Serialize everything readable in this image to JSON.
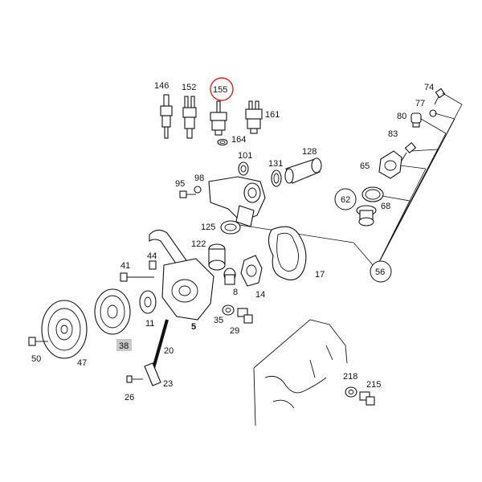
{
  "diagram": {
    "labels": {
      "p146": "146",
      "p152": "152",
      "p155": "155",
      "p161": "161",
      "p164": "164",
      "p74": "74",
      "p77": "77",
      "p80": "80",
      "p83": "83",
      "p101": "101",
      "p131": "131",
      "p128": "128",
      "p65": "65",
      "p95": "95",
      "p98": "98",
      "p62": "62",
      "p68": "68",
      "p125": "125",
      "p122": "122",
      "p41": "41",
      "p44": "44",
      "p56": "56",
      "p17": "17",
      "p8": "8",
      "p14": "14",
      "p11": "11",
      "p5": "5",
      "p35": "35",
      "p29": "29",
      "p38": "38",
      "p20": "20",
      "p50": "50",
      "p47": "47",
      "p26": "26",
      "p23": "23",
      "p218": "218",
      "p215": "215"
    },
    "highlight": {
      "circle_part": "155",
      "box_part": "38",
      "circle_color": "#dd2222"
    }
  }
}
